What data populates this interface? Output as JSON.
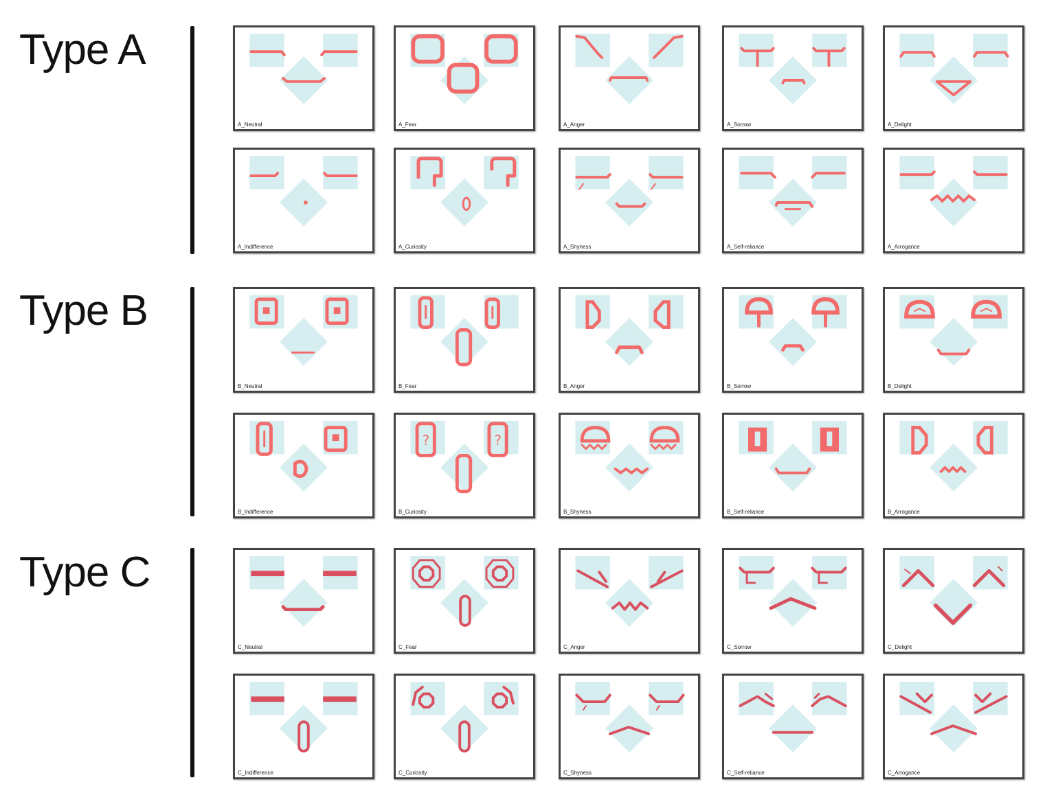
{
  "figure": {
    "colors": {
      "stroke": "#f26a6a",
      "strokeC": "#d9505f",
      "fill": "#d6eef0",
      "border": "#444444"
    },
    "groups": [
      {
        "label": "Type A",
        "panels": [
          {
            "label": "A_Neutral"
          },
          {
            "label": "A_Fear"
          },
          {
            "label": "A_Anger"
          },
          {
            "label": "A_Sorrow"
          },
          {
            "label": "A_Delight"
          },
          {
            "label": "A_Indifference"
          },
          {
            "label": "A_Curiosity"
          },
          {
            "label": "A_Shyness"
          },
          {
            "label": "A_Self-reliance"
          },
          {
            "label": "A_Arrogance"
          }
        ]
      },
      {
        "label": "Type B",
        "panels": [
          {
            "label": "B_Neutral"
          },
          {
            "label": "B_Fear"
          },
          {
            "label": "B_Anger"
          },
          {
            "label": "B_Sorrow"
          },
          {
            "label": "B_Delight"
          },
          {
            "label": "B_Indifference"
          },
          {
            "label": "B_Curiosity"
          },
          {
            "label": "B_Shyness"
          },
          {
            "label": "B_Self-reliance"
          },
          {
            "label": "B_Arrogance"
          }
        ]
      },
      {
        "label": "Type C",
        "panels": [
          {
            "label": "C_Neutral"
          },
          {
            "label": "C_Fear"
          },
          {
            "label": "C_Anger"
          },
          {
            "label": "C_Sorrow"
          },
          {
            "label": "C_Delight"
          },
          {
            "label": "C_Indifference"
          },
          {
            "label": "C_Curiosity"
          },
          {
            "label": "C_Shyness"
          },
          {
            "label": "C_Self-reliance"
          },
          {
            "label": "C_Arrogance"
          }
        ]
      }
    ]
  }
}
